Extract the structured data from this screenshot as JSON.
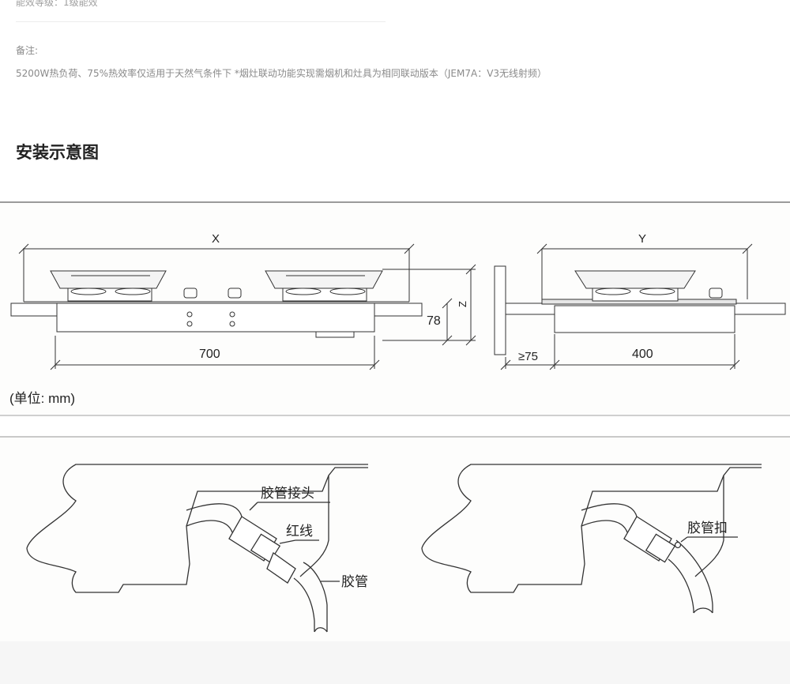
{
  "specs": {
    "energy_line": "能效等级：1级能效"
  },
  "notes": {
    "label": "备注:",
    "text": "5200W热负荷、75%热效率仅适用于天然气条件下 *烟灶联动功能实现需烟机和灶具为相同联动版本（JEM7A：V3无线射频）"
  },
  "section": {
    "title": "安装示意图"
  },
  "diagram_top": {
    "front_width_label": "X",
    "side_width_label": "Y",
    "height_label": "Z",
    "depth_label": "78",
    "cutout_width": "700",
    "cutout_depth": "400",
    "min_clearance": "≥75",
    "unit_note": "(单位: mm)"
  },
  "diagram_bottom": {
    "connector_label": "胶管接头",
    "red_line_label": "红线",
    "hose_label": "胶管",
    "clamp_label": "胶管扣"
  }
}
